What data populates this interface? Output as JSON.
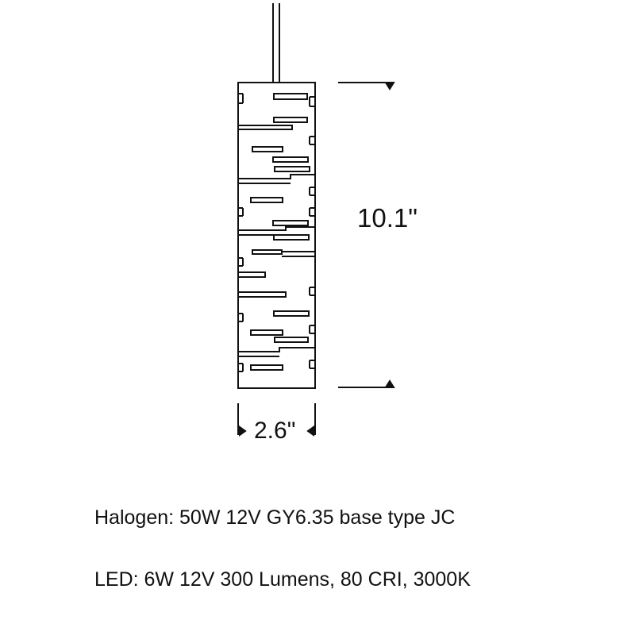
{
  "dimensions": {
    "height": "10.1\"",
    "width": "2.6\""
  },
  "specs": {
    "halogen": "Halogen: 50W 12V GY6.35 base type JC",
    "led": "LED: 6W 12V 300 Lumens, 80 CRI, 3000K"
  },
  "colors": {
    "line": "#111111",
    "background": "#ffffff"
  }
}
